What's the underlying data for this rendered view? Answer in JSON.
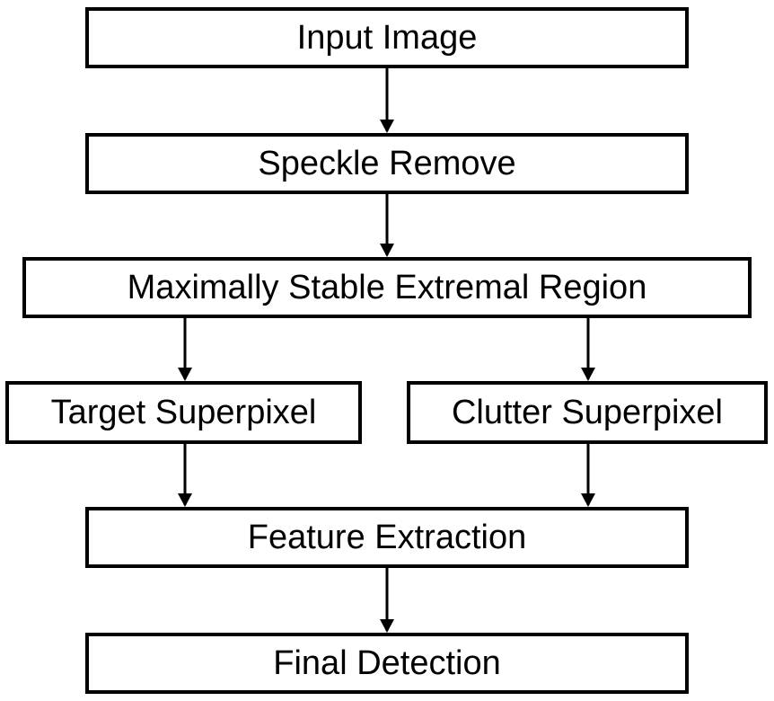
{
  "diagram": {
    "nodes": {
      "input_image": "Input Image",
      "speckle_remove": "Speckle Remove",
      "mser": "Maximally Stable Extremal Region",
      "target_superpixel": "Target Superpixel",
      "clutter_superpixel": "Clutter Superpixel",
      "feature_extraction": "Feature Extraction",
      "final_detection": "Final Detection"
    },
    "edges": [
      [
        "input_image",
        "speckle_remove"
      ],
      [
        "speckle_remove",
        "mser"
      ],
      [
        "mser",
        "target_superpixel"
      ],
      [
        "mser",
        "clutter_superpixel"
      ],
      [
        "target_superpixel",
        "feature_extraction"
      ],
      [
        "clutter_superpixel",
        "feature_extraction"
      ],
      [
        "feature_extraction",
        "final_detection"
      ]
    ]
  }
}
